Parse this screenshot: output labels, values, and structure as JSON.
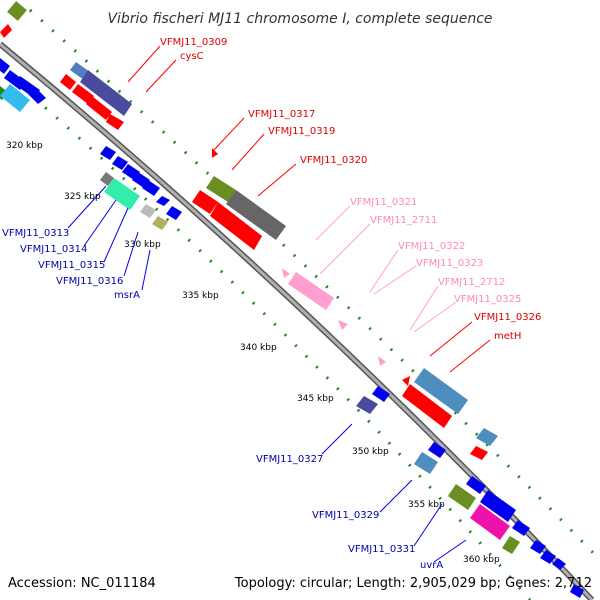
{
  "title": "Vibrio fischeri MJ11 chromosome I, complete sequence",
  "footer": {
    "accession": "Accession: NC_011184",
    "topology": "Topology: circular; Length: 2,905,029 bp; Genes: 2,712"
  },
  "colors": {
    "backbone": "#8a8a8a",
    "dots": "#228b22",
    "red": "#ff0000",
    "blue": "#0000ee",
    "pink": "#ff9ecf",
    "pink_label": "#ff88bb",
    "navy_label": "#0000aa",
    "red_label": "#dd0000"
  },
  "ticks": [
    "320 kbp",
    "325 kbp",
    "330 kbp",
    "335 kbp",
    "340 kbp",
    "345 kbp",
    "350 kbp",
    "355 kbp",
    "360 kbp"
  ],
  "labels_red": [
    "VFMJ11_0309",
    "cysC",
    "VFMJ11_0317",
    "VFMJ11_0319",
    "VFMJ11_0320",
    "VFMJ11_0326",
    "metH"
  ],
  "labels_pink": [
    "VFMJ11_0321",
    "VFMJ11_2711",
    "VFMJ11_0322",
    "VFMJ11_0323",
    "VFMJ11_2712",
    "VFMJ11_0325"
  ],
  "labels_blue": [
    "VFMJ11_0313",
    "VFMJ11_0314",
    "VFMJ11_0315",
    "VFMJ11_0316",
    "msrA",
    "VFMJ11_0327",
    "VFMJ11_0329",
    "VFMJ11_0331",
    "uvrA"
  ]
}
